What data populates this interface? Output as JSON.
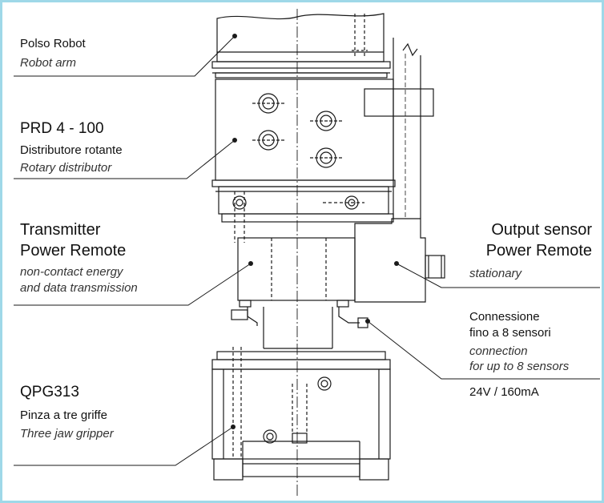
{
  "labels": {
    "robot": {
      "title": "Polso Robot",
      "sub": "Robot arm"
    },
    "prd": {
      "model": "PRD 4 - 100",
      "title": "Distributore rotante",
      "sub": "Rotary distributor"
    },
    "transmitter": {
      "line1": "Transmitter",
      "line2": "Power Remote",
      "sub1": "non-contact energy",
      "sub2": "and data transmission"
    },
    "output": {
      "line1": "Output sensor",
      "line2": "Power Remote",
      "sub": "stationary"
    },
    "connection": {
      "line1": "Connessione",
      "line2": "fino a 8 sensori",
      "sub1": "connection",
      "sub2": "for up to 8 sensors",
      "spec": "24V /  160mA"
    },
    "gripper": {
      "model": "QPG313",
      "title": "Pinza a tre griffe",
      "sub": "Three jaw gripper"
    }
  },
  "colors": {
    "frame_border": "#9fd8e8",
    "line": "#1a1a1a"
  }
}
